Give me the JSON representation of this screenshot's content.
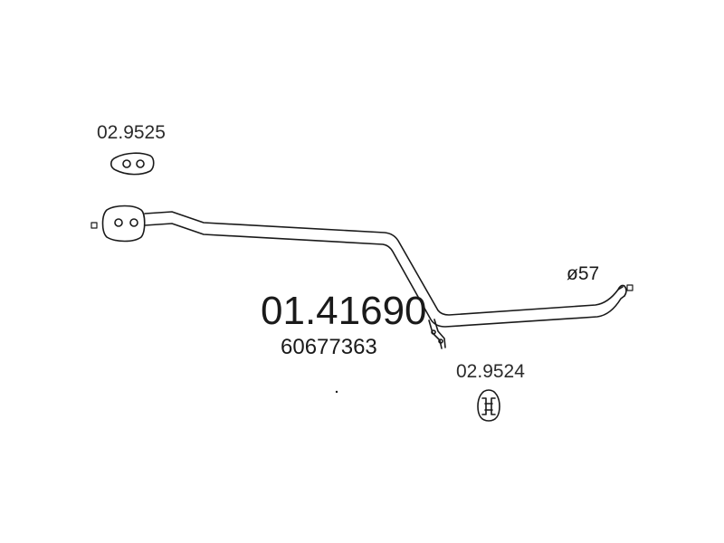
{
  "part": {
    "number": "01.41690",
    "oem_number": "60677363"
  },
  "callouts": {
    "gasket_front": "02.9525",
    "rubber_mount": "02.9524",
    "diameter": "ø57"
  },
  "colors": {
    "line": "#1a1a1a",
    "background": "#ffffff"
  },
  "icons": [
    "gasket-icon",
    "rubber-mount-icon",
    "flange-icon",
    "hanger-bracket-icon"
  ]
}
